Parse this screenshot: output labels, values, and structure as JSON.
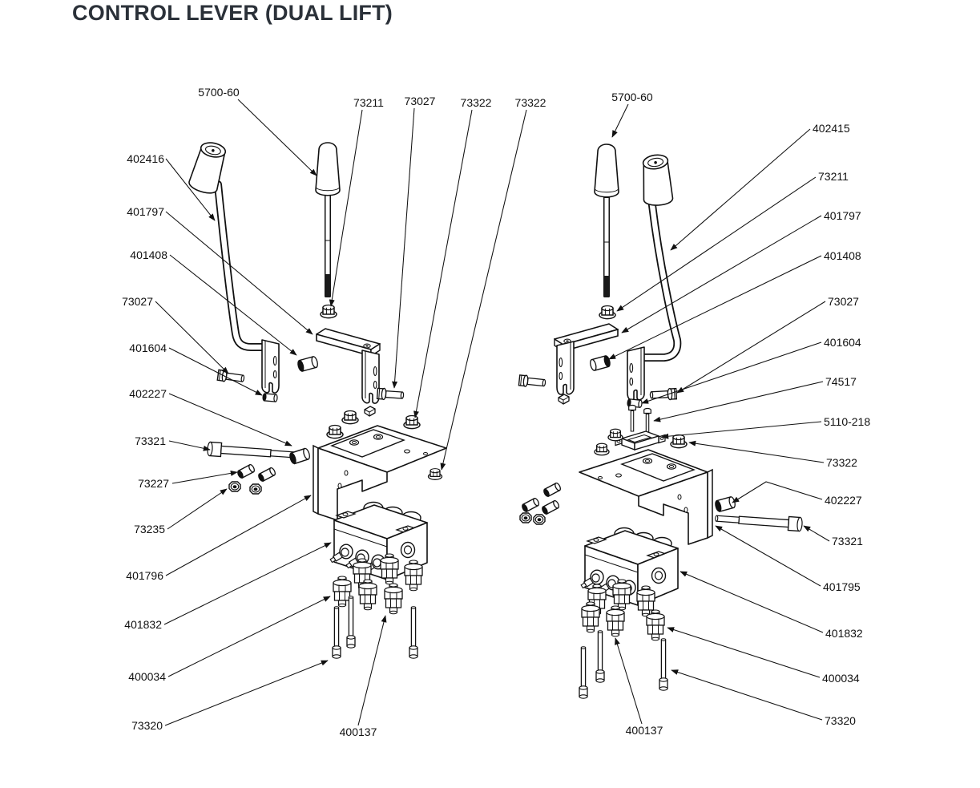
{
  "title": "CONTROL LEVER (DUAL LIFT)",
  "colors": {
    "background": "#ffffff",
    "line_art": "#111111",
    "title_text": "#2b3139",
    "label_text": "#111111"
  },
  "diagram": {
    "type": "exploded-parts-diagram",
    "assembly_count": 2,
    "left": {
      "labels": [
        {
          "part": "5700-60"
        },
        {
          "part": "73211"
        },
        {
          "part": "73027"
        },
        {
          "part": "73322"
        },
        {
          "part": "73322"
        },
        {
          "part": "402416"
        },
        {
          "part": "401797"
        },
        {
          "part": "401408"
        },
        {
          "part": "73027"
        },
        {
          "part": "401604"
        },
        {
          "part": "402227"
        },
        {
          "part": "73321"
        },
        {
          "part": "73227"
        },
        {
          "part": "73235"
        },
        {
          "part": "401796"
        },
        {
          "part": "401832"
        },
        {
          "part": "400034"
        },
        {
          "part": "73320"
        },
        {
          "part": "400137"
        }
      ]
    },
    "right": {
      "labels": [
        {
          "part": "5700-60"
        },
        {
          "part": "402415"
        },
        {
          "part": "73211"
        },
        {
          "part": "401797"
        },
        {
          "part": "401408"
        },
        {
          "part": "73027"
        },
        {
          "part": "401604"
        },
        {
          "part": "74517"
        },
        {
          "part": "5110-218"
        },
        {
          "part": "73322"
        },
        {
          "part": "402227"
        },
        {
          "part": "73321"
        },
        {
          "part": "401795"
        },
        {
          "part": "401832"
        },
        {
          "part": "400034"
        },
        {
          "part": "73320"
        },
        {
          "part": "400137"
        }
      ]
    }
  }
}
